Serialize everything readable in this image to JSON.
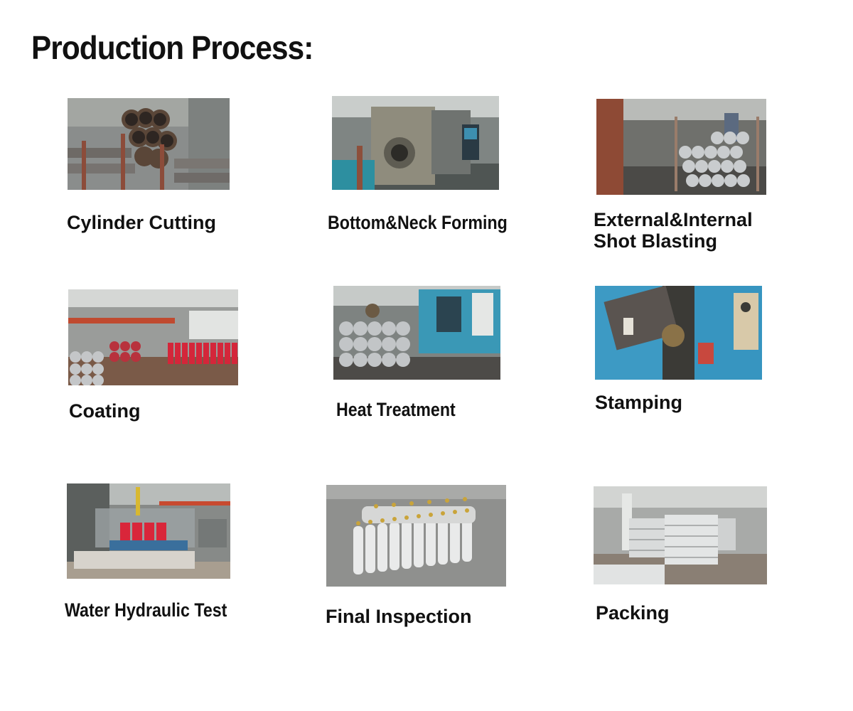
{
  "page": {
    "title": "Production Process:"
  },
  "steps": [
    {
      "label": "Cylinder Cutting",
      "image": "steel-pipe-stack-photo"
    },
    {
      "label": "Bottom&Neck Forming",
      "image": "cnc-forming-machine-photo"
    },
    {
      "label_line1": "External&Internal",
      "label_line2": "Shot Blasting",
      "image": "shot-blasting-rack-photo"
    },
    {
      "label": "Coating",
      "image": "coating-workshop-photo"
    },
    {
      "label": "Heat Treatment",
      "image": "heat-treatment-line-photo"
    },
    {
      "label": "Stamping",
      "image": "stamping-machine-photo"
    },
    {
      "label": "Water Hydraulic Test",
      "image": "hydraulic-test-tank-photo"
    },
    {
      "label": "Final Inspection",
      "image": "finished-cylinders-photo"
    },
    {
      "label": "Packing",
      "image": "packed-pallets-photo"
    }
  ]
}
